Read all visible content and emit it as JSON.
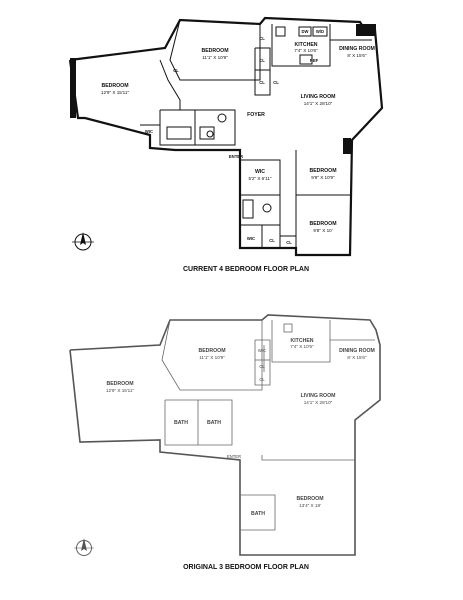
{
  "plan_current": {
    "caption": "CURRENT 4 BEDROOM FLOOR PLAN",
    "rooms": {
      "bedroom_left": {
        "label": "BEDROOM",
        "dims": "12'9\" X 15'11\""
      },
      "bedroom_top": {
        "label": "BEDROOM",
        "dims": "11'1\" X 10'9\""
      },
      "kitchen": {
        "label": "KITCHEN",
        "dims": "7'4\" X 10'6\""
      },
      "dining_room": {
        "label": "DINING ROOM",
        "dims": "8' X 15'6\""
      },
      "living_room": {
        "label": "LIVING ROOM",
        "dims": "14'1\" X 28'10\""
      },
      "foyer": {
        "label": "FOYER"
      },
      "bedroom_right": {
        "label": "BEDROOM",
        "dims": "9'8\" X 10'9\""
      },
      "bedroom_lower": {
        "label": "BEDROOM",
        "dims": "9'8\" X 10'"
      },
      "wic_small": {
        "label": "WIC",
        "dims": "5'2\" X 6'11\""
      }
    },
    "tags": {
      "cl": "CL",
      "dw": "DW",
      "wd": "W/D",
      "ref": "REF",
      "wic": "WIC",
      "enter": "ENTER"
    }
  },
  "plan_original": {
    "caption": "ORIGINAL 3 BEDROOM FLOOR PLAN",
    "rooms": {
      "bedroom_left": {
        "label": "BEDROOM",
        "dims": "12'9\" X 15'11\""
      },
      "bedroom_top": {
        "label": "BEDROOM",
        "dims": "11'1\" X 10'9\""
      },
      "kitchen": {
        "label": "KITCHEN",
        "dims": "7'4\" X 10'6\""
      },
      "dining_room": {
        "label": "DINING ROOM",
        "dims": "8' X 15'6\""
      },
      "living_room": {
        "label": "LIVING ROOM",
        "dims": "14'1\" X 28'10\""
      },
      "bath_left": {
        "label": "BATH"
      },
      "bath_right": {
        "label": "BATH"
      },
      "bedroom_large": {
        "label": "BEDROOM",
        "dims": "13'4\" X 18'"
      },
      "bath_lower": {
        "label": "BATH"
      }
    },
    "tags": {
      "wic": "WIC",
      "cl": "CL",
      "enter": "ENTER"
    }
  },
  "icons": [
    "compass-icon"
  ]
}
